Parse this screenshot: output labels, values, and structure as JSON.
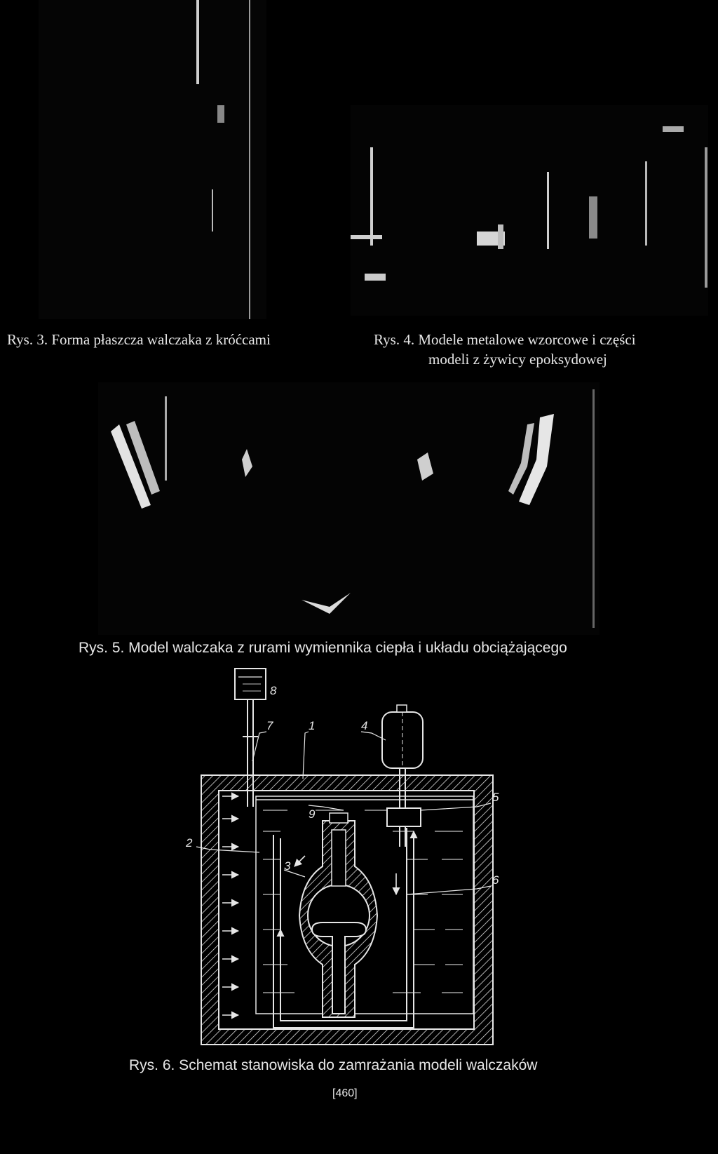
{
  "figures": {
    "fig3": {
      "caption": "Rys. 3. Forma płaszcza walczaka z króćcami"
    },
    "fig4": {
      "caption_line1": "Rys. 4. Modele metalowe wzorcowe i części",
      "caption_line2": "modeli z żywicy epoksydowej"
    },
    "fig5": {
      "caption": "Rys. 5. Model walczaka z rurami wymiennika ciepła i układu obciążającego"
    },
    "fig6": {
      "caption": "Rys. 6. Schemat stanowiska do zamrażania modeli walczaków",
      "labels": {
        "l1": "1",
        "l2": "2",
        "l3": "3",
        "l4": "4",
        "l5": "5",
        "l6": "6",
        "l7": "7",
        "l8": "8",
        "l9": "9"
      }
    }
  },
  "page": {
    "number": "[460]"
  }
}
